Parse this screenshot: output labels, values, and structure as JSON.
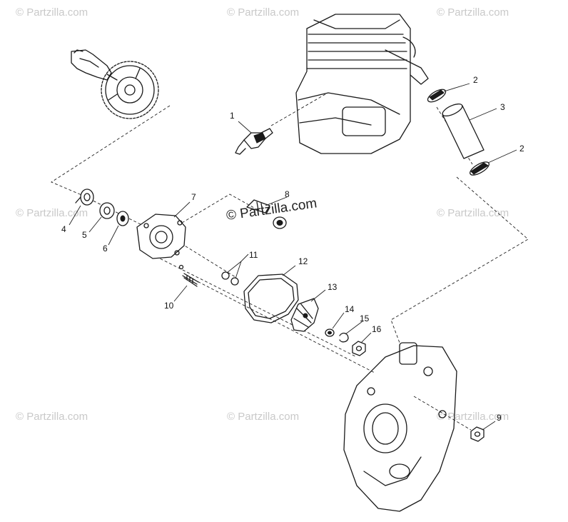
{
  "watermark": {
    "text": "© Partzilla.com"
  },
  "callouts": [
    {
      "id": "c1",
      "label": "1"
    },
    {
      "id": "c2a",
      "label": "2"
    },
    {
      "id": "c3",
      "label": "3"
    },
    {
      "id": "c2b",
      "label": "2"
    },
    {
      "id": "c7",
      "label": "7"
    },
    {
      "id": "c8",
      "label": "8"
    },
    {
      "id": "c4",
      "label": "4"
    },
    {
      "id": "c5",
      "label": "5"
    },
    {
      "id": "c6",
      "label": "6"
    },
    {
      "id": "c11",
      "label": "11"
    },
    {
      "id": "c12",
      "label": "12"
    },
    {
      "id": "c13",
      "label": "13"
    },
    {
      "id": "c10",
      "label": "10"
    },
    {
      "id": "c14",
      "label": "14"
    },
    {
      "id": "c15",
      "label": "15"
    },
    {
      "id": "c16",
      "label": "16"
    },
    {
      "id": "c9",
      "label": "9"
    }
  ]
}
